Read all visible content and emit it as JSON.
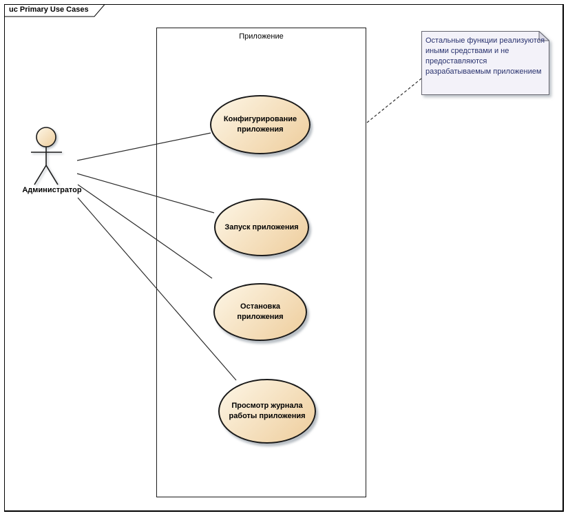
{
  "frame": {
    "title": "uc Primary Use Cases"
  },
  "boundary": {
    "label": "Приложение"
  },
  "actor": {
    "label": "Администратор"
  },
  "use_cases": [
    {
      "id": "configure-app",
      "label": "Конфигурирование\nприложения"
    },
    {
      "id": "start-app",
      "label": "Запуск приложения"
    },
    {
      "id": "stop-app",
      "label": "Остановка\nприложения"
    },
    {
      "id": "view-log",
      "label": "Просмотр журнала\nработы приложения"
    }
  ],
  "note": {
    "text": "Остальные функции реализуются\nиными средствами и не\nпредоставляются\nразрабатываемым приложением"
  },
  "connections": {
    "admin_configure": "association",
    "admin_start": "association",
    "admin_stop": "association",
    "admin_view_log": "association",
    "note_link": "dashed note link"
  },
  "colors": {
    "ellipse_light": "#fdf6e6",
    "ellipse_dark": "#eecd9c",
    "shape_border": "#1a1a1a",
    "note_fill": "#f3f2f9",
    "note_border": "#65656f",
    "note_text": "#28316d",
    "line": "#2b2b2b",
    "frame_border": "#000000",
    "shadow": "rgba(128,138,150,0.55)"
  }
}
